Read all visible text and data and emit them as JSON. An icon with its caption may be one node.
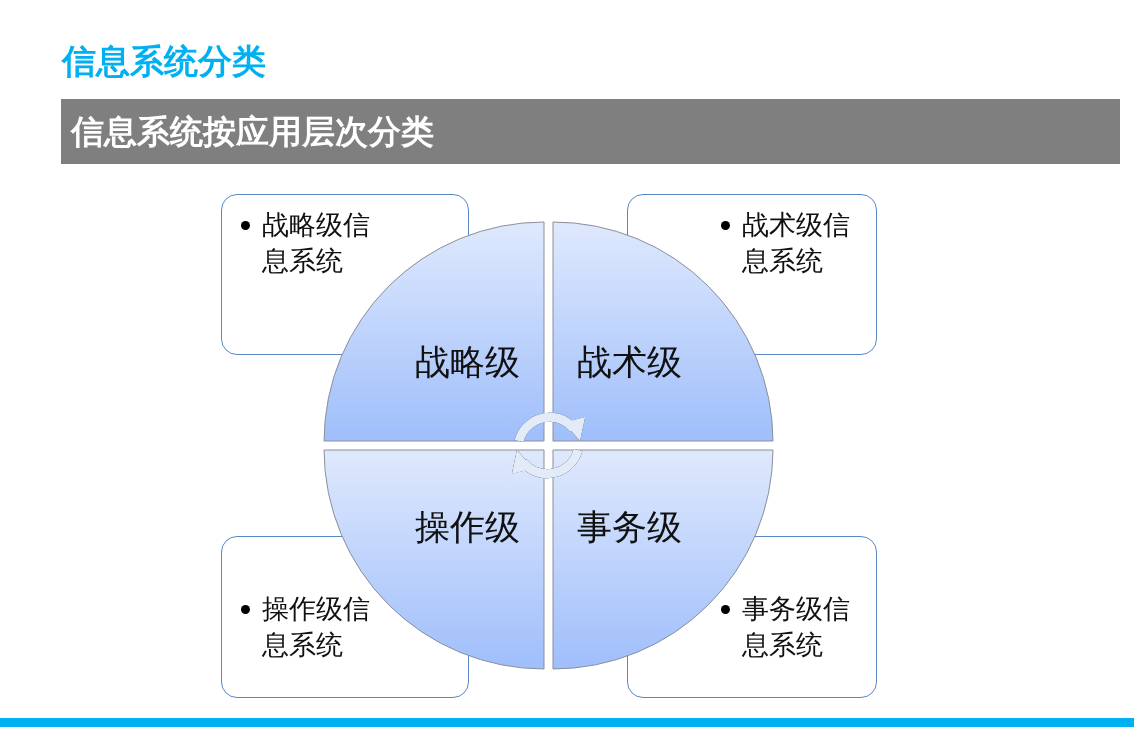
{
  "diagram": {
    "title": "信息系统分类",
    "nodes": [
      {
        "text": [
          "信息系统按应用层次分类"
        ]
      },
      {
        "text": [
          "战略级信息系统"
        ]
      },
      {
        "text": [
          "战术级信息系统"
        ]
      },
      {
        "text": [
          "战略级"
        ]
      },
      {
        "text": [
          "战术级"
        ]
      },
      {
        "text": [
          "操作级"
        ]
      },
      {
        "text": [
          "事务级"
        ]
      },
      {
        "text": [
          "操作级信息系统"
        ]
      },
      {
        "text": [
          "事务级信息系统"
        ]
      }
    ],
    "edges": [
      {
        "from": 3,
        "to": 4,
        "arrow": "to"
      },
      {
        "from": 6,
        "to": 5,
        "arrow": "to"
      }
    ]
  }
}
